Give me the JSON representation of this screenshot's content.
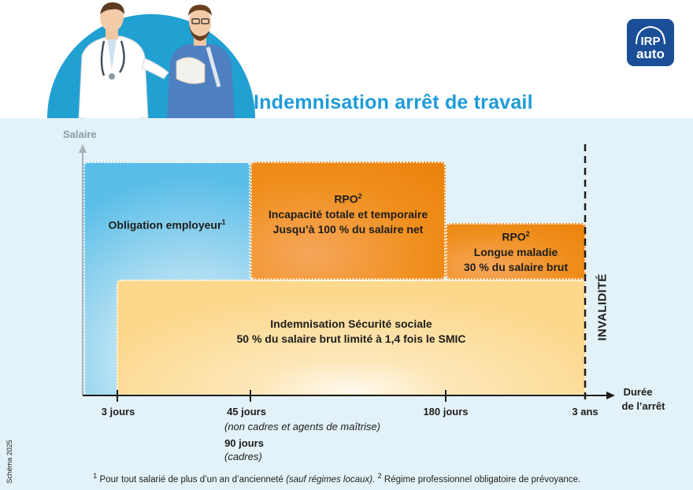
{
  "header": {
    "title": "Indemnisation arrêt de travail",
    "logo_line1": "IRP",
    "logo_line2": "auto"
  },
  "axes": {
    "y_label": "Salaire",
    "x_label_line1": "Durée",
    "x_label_line2": "de l’arrêt"
  },
  "ticks": {
    "t1": "3 jours",
    "t2": "45 jours",
    "t2_note1": "(non cadres et agents de maîtrise)",
    "t2_alt": "90 jours",
    "t2_note2": "(cadres)",
    "t3": "180 jours",
    "t4": "3 ans"
  },
  "blocks": {
    "employer": {
      "label": "Obligation employeur",
      "sup": "1"
    },
    "rpo1": {
      "title": "RPO",
      "sup": "2",
      "line1": "Incapacité totale et temporaire",
      "line2": "Jusqu’à 100 % du salaire net"
    },
    "rpo2": {
      "title": "RPO",
      "sup": "2",
      "line1": "Longue maladie",
      "line2": "30 % du salaire brut"
    },
    "secu": {
      "line1": "Indemnisation Sécurité sociale",
      "line2": "50 % du salaire brut limité à 1,4 fois le SMIC"
    },
    "invalidite": "INVALIDITÉ"
  },
  "footnote": {
    "sup1": "1",
    "part1": " Pour tout salarié de plus d’un an d’ancienneté ",
    "italic": "(sauf régimes locaux)",
    "part2": ". ",
    "sup2": "2",
    "part3": " Régime professionnel obligatoire de prévoyance."
  },
  "schema_year": "Schéma 2025",
  "colors": {
    "title_blue": "#1e9bd7",
    "panel_bg": "#e3f2f8",
    "employer_blue": "#58bde8",
    "rpo_orange": "#ef8e1b",
    "secu_yellow": "#fcd88c",
    "logo_navy": "#1a4f98"
  }
}
